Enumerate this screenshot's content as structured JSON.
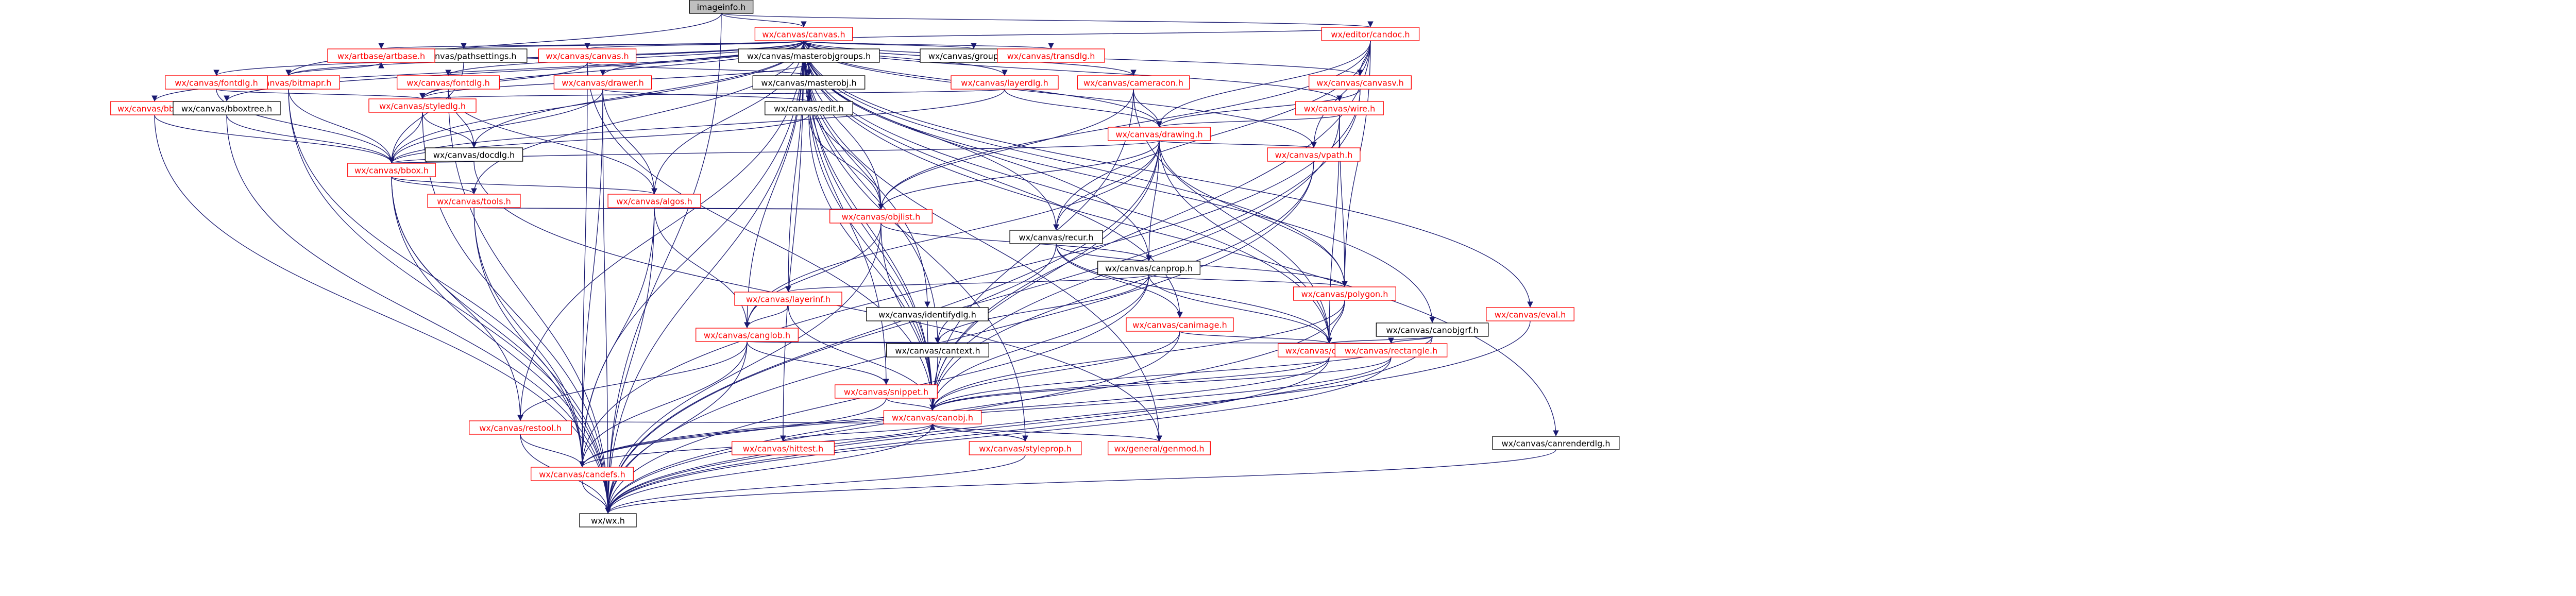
{
  "graph": {
    "title": "imageinfo.h",
    "colors": {
      "edge": "#191970",
      "root_fill": "#bfbfbf",
      "node_fill": "#ffffff",
      "node_stroke_linked": "#ff0000",
      "node_stroke_plain": "#000000",
      "label_linked": "#ff0000",
      "label_plain": "#000000"
    },
    "nodes": [
      {
        "id": "imageinfo",
        "label": "imageinfo.h",
        "kind": "root"
      },
      {
        "id": "canvas",
        "label": "wx/canvas/canvas.h",
        "kind": "linked"
      },
      {
        "id": "editorcanvas",
        "label": "wx/editor/candoc.h",
        "kind": "linked"
      },
      {
        "id": "bbox",
        "label": "wx/canvas/bbox.h",
        "kind": "linked"
      },
      {
        "id": "bboxtree",
        "label": "wx/canvas/bboxtree.h",
        "kind": "plain"
      },
      {
        "id": "bitmap",
        "label": "wx/canvas/bitmapr.h",
        "kind": "linked"
      },
      {
        "id": "fontdlg",
        "label": "wx/canvas/fontdlg.h",
        "kind": "linked"
      },
      {
        "id": "fontdlg2",
        "label": "wx/canvas/fontdlg.h",
        "kind": "linked"
      },
      {
        "id": "pathsettings",
        "label": "wx/canvas/pathsettings.h",
        "kind": "plain"
      },
      {
        "id": "canvasmain",
        "label": "wx/canvas/canvas.h",
        "kind": "linked"
      },
      {
        "id": "objectgroup",
        "label": "wx/canvas/masterobjgroups.h",
        "kind": "plain"
      },
      {
        "id": "groupdlg",
        "label": "wx/canvas/groupdlg.h",
        "kind": "plain"
      },
      {
        "id": "transdlg",
        "label": "wx/canvas/transdlg.h",
        "kind": "linked"
      },
      {
        "id": "layerdlg",
        "label": "wx/canvas/layerdlg.h",
        "kind": "linked"
      },
      {
        "id": "cameracon",
        "label": "wx/canvas/cameracon.h",
        "kind": "linked"
      },
      {
        "id": "canvasv",
        "label": "wx/canvas/canvasv.h",
        "kind": "linked"
      },
      {
        "id": "wire",
        "label": "wx/canvas/wire.h",
        "kind": "linked"
      },
      {
        "id": "drawer",
        "label": "wx/canvas/drawer.h",
        "kind": "linked"
      },
      {
        "id": "masterobj",
        "label": "wx/canvas/masterobj.h",
        "kind": "plain"
      },
      {
        "id": "styledlg",
        "label": "wx/canvas/styledlg.h",
        "kind": "linked"
      },
      {
        "id": "artbase",
        "label": "wx/artbase/artbase.h",
        "kind": "linked"
      },
      {
        "id": "edit",
        "label": "wx/canvas/edit.h",
        "kind": "plain"
      },
      {
        "id": "drawing",
        "label": "wx/canvas/drawing.h",
        "kind": "linked"
      },
      {
        "id": "vpath",
        "label": "wx/canvas/vpath.h",
        "kind": "linked"
      },
      {
        "id": "docdlg",
        "label": "wx/canvas/docdlg.h",
        "kind": "plain"
      },
      {
        "id": "bboxh",
        "label": "wx/canvas/bbox.h",
        "kind": "linked"
      },
      {
        "id": "tools",
        "label": "wx/canvas/tools.h",
        "kind": "linked"
      },
      {
        "id": "algos",
        "label": "wx/canvas/algos.h",
        "kind": "linked"
      },
      {
        "id": "objlist",
        "label": "wx/canvas/objlist.h",
        "kind": "linked"
      },
      {
        "id": "recur",
        "label": "wx/canvas/recur.h",
        "kind": "plain"
      },
      {
        "id": "canprop",
        "label": "wx/canvas/canprop.h",
        "kind": "plain"
      },
      {
        "id": "polygon",
        "label": "wx/canvas/polygon.h",
        "kind": "linked"
      },
      {
        "id": "identifydlg",
        "label": "wx/canvas/identifydlg.h",
        "kind": "plain"
      },
      {
        "id": "layerinfo",
        "label": "wx/canvas/layerinf.h",
        "kind": "linked"
      },
      {
        "id": "canimage",
        "label": "wx/canvas/canimage.h",
        "kind": "linked"
      },
      {
        "id": "canglob",
        "label": "wx/canvas/canglob.h",
        "kind": "linked"
      },
      {
        "id": "canobjgr",
        "label": "wx/canvas/canobjgrf.h",
        "kind": "plain"
      },
      {
        "id": "cancont",
        "label": "wx/canvas/cantext.h",
        "kind": "plain"
      },
      {
        "id": "canprim",
        "label": "wx/canvas/canprim.h",
        "kind": "linked"
      },
      {
        "id": "rectangle",
        "label": "wx/canvas/rectangle.h",
        "kind": "linked"
      },
      {
        "id": "eval",
        "label": "wx/canvas/eval.h",
        "kind": "linked"
      },
      {
        "id": "canrendr",
        "label": "wx/canvas/canrenderdlg.h",
        "kind": "plain"
      },
      {
        "id": "snippet",
        "label": "wx/canvas/snippet.h",
        "kind": "linked"
      },
      {
        "id": "canobj",
        "label": "wx/canvas/canobj.h",
        "kind": "linked"
      },
      {
        "id": "hittest",
        "label": "wx/canvas/hittest.h",
        "kind": "linked"
      },
      {
        "id": "styleprop",
        "label": "wx/canvas/styleprop.h",
        "kind": "linked"
      },
      {
        "id": "restool",
        "label": "wx/canvas/restool.h",
        "kind": "linked"
      },
      {
        "id": "geomod",
        "label": "wx/general/genmod.h",
        "kind": "linked"
      },
      {
        "id": "candefs",
        "label": "wx/canvas/candefs.h",
        "kind": "linked"
      },
      {
        "id": "wx",
        "label": "wx/wx.h",
        "kind": "plain"
      }
    ],
    "edges": [
      [
        "imageinfo",
        "canvas"
      ],
      [
        "imageinfo",
        "editorcanvas"
      ],
      [
        "imageinfo",
        "wx"
      ],
      [
        "imageinfo",
        "bitmap"
      ],
      [
        "canvas",
        "editorcanvas"
      ],
      [
        "canvas",
        "bbox"
      ],
      [
        "canvas",
        "bboxtree"
      ],
      [
        "canvas",
        "bitmap"
      ],
      [
        "canvas",
        "fontdlg"
      ],
      [
        "canvas",
        "fontdlg2"
      ],
      [
        "canvas",
        "pathsettings"
      ],
      [
        "canvas",
        "canvasmain"
      ],
      [
        "canvas",
        "objectgroup"
      ],
      [
        "canvas",
        "groupdlg"
      ],
      [
        "canvas",
        "transdlg"
      ],
      [
        "canvas",
        "layerdlg"
      ],
      [
        "canvas",
        "cameracon"
      ],
      [
        "canvas",
        "canvasv"
      ],
      [
        "canvas",
        "wire"
      ],
      [
        "canvas",
        "drawer"
      ],
      [
        "canvas",
        "masterobj"
      ],
      [
        "canvas",
        "styledlg"
      ],
      [
        "canvas",
        "artbase"
      ],
      [
        "canvas",
        "edit"
      ],
      [
        "canvas",
        "drawing"
      ],
      [
        "canvas",
        "vpath"
      ],
      [
        "canvas",
        "docdlg"
      ],
      [
        "canvas",
        "bboxh"
      ],
      [
        "canvas",
        "tools"
      ],
      [
        "canvas",
        "algos"
      ],
      [
        "canvas",
        "objlist"
      ],
      [
        "canvas",
        "recur"
      ],
      [
        "canvas",
        "canprop"
      ],
      [
        "canvas",
        "polygon"
      ],
      [
        "canvas",
        "identifydlg"
      ],
      [
        "canvas",
        "layerinfo"
      ],
      [
        "canvas",
        "canimage"
      ],
      [
        "canvas",
        "canglob"
      ],
      [
        "canvas",
        "canobjgr"
      ],
      [
        "canvas",
        "cancont"
      ],
      [
        "canvas",
        "canprim"
      ],
      [
        "canvas",
        "eval"
      ],
      [
        "canvas",
        "canrendr"
      ],
      [
        "canvas",
        "snippet"
      ],
      [
        "canvas",
        "canobj"
      ],
      [
        "canvas",
        "hittest"
      ],
      [
        "canvas",
        "styleprop"
      ],
      [
        "canvas",
        "restool"
      ],
      [
        "canvas",
        "geomod"
      ],
      [
        "canvas",
        "candefs"
      ],
      [
        "canvas",
        "wx"
      ],
      [
        "editorcanvas",
        "canvasv"
      ],
      [
        "editorcanvas",
        "drawing"
      ],
      [
        "editorcanvas",
        "vpath"
      ],
      [
        "editorcanvas",
        "recur"
      ],
      [
        "editorcanvas",
        "polygon"
      ],
      [
        "editorcanvas",
        "canobj"
      ],
      [
        "editorcanvas",
        "objlist"
      ],
      [
        "bitmap",
        "artbase"
      ],
      [
        "bitmap",
        "candefs"
      ],
      [
        "bitmap",
        "wx"
      ],
      [
        "bitmap",
        "bboxh"
      ],
      [
        "bbox",
        "bboxh"
      ],
      [
        "bbox",
        "wx"
      ],
      [
        "bboxtree",
        "bboxh"
      ],
      [
        "bboxtree",
        "wx"
      ],
      [
        "fontdlg",
        "styledlg"
      ],
      [
        "fontdlg",
        "bboxh"
      ],
      [
        "fontdlg2",
        "docdlg"
      ],
      [
        "fontdlg2",
        "algos"
      ],
      [
        "fontdlg2",
        "wx"
      ],
      [
        "pathsettings",
        "artbase"
      ],
      [
        "pathsettings",
        "bboxh"
      ],
      [
        "canvasmain",
        "masterobj"
      ],
      [
        "canvasmain",
        "styledlg"
      ],
      [
        "canvasmain",
        "canobj"
      ],
      [
        "canvasmain",
        "candefs"
      ],
      [
        "objectgroup",
        "masterobj"
      ],
      [
        "objectgroup",
        "edit"
      ],
      [
        "objectgroup",
        "styledlg"
      ],
      [
        "objectgroup",
        "canobj"
      ],
      [
        "layerdlg",
        "styledlg"
      ],
      [
        "layerdlg",
        "drawing"
      ],
      [
        "layerdlg",
        "bboxh"
      ],
      [
        "cameracon",
        "drawing"
      ],
      [
        "cameracon",
        "objlist"
      ],
      [
        "cameracon",
        "canobj"
      ],
      [
        "cameracon",
        "canprim"
      ],
      [
        "canvasv",
        "drawing"
      ],
      [
        "canvasv",
        "candefs"
      ],
      [
        "canvasv",
        "wx"
      ],
      [
        "wire",
        "drawing"
      ],
      [
        "wire",
        "polygon"
      ],
      [
        "wire",
        "canprim"
      ],
      [
        "wire",
        "canobj"
      ],
      [
        "drawer",
        "edit"
      ],
      [
        "drawer",
        "bboxh"
      ],
      [
        "drawer",
        "algos"
      ],
      [
        "drawer",
        "candefs"
      ],
      [
        "drawer",
        "wx"
      ],
      [
        "masterobj",
        "edit"
      ],
      [
        "masterobj",
        "objlist"
      ],
      [
        "masterobj",
        "canobj"
      ],
      [
        "styledlg",
        "docdlg"
      ],
      [
        "styledlg",
        "bboxh"
      ],
      [
        "styledlg",
        "wx"
      ],
      [
        "edit",
        "bboxh"
      ],
      [
        "edit",
        "objlist"
      ],
      [
        "edit",
        "canobj"
      ],
      [
        "drawing",
        "vpath"
      ],
      [
        "drawing",
        "bboxh"
      ],
      [
        "drawing",
        "objlist"
      ],
      [
        "drawing",
        "recur"
      ],
      [
        "drawing",
        "canprop"
      ],
      [
        "drawing",
        "polygon"
      ],
      [
        "drawing",
        "canglob"
      ],
      [
        "drawing",
        "canprim"
      ],
      [
        "drawing",
        "canobj"
      ],
      [
        "drawing",
        "wx"
      ],
      [
        "vpath",
        "canobj"
      ],
      [
        "vpath",
        "wx"
      ],
      [
        "docdlg",
        "bboxh"
      ],
      [
        "docdlg",
        "geomod"
      ],
      [
        "bboxh",
        "tools"
      ],
      [
        "bboxh",
        "algos"
      ],
      [
        "bboxh",
        "restool"
      ],
      [
        "bboxh",
        "candefs"
      ],
      [
        "bboxh",
        "wx"
      ],
      [
        "tools",
        "objlist"
      ],
      [
        "tools",
        "candefs"
      ],
      [
        "tools",
        "wx"
      ],
      [
        "algos",
        "objlist"
      ],
      [
        "algos",
        "canglob"
      ],
      [
        "algos",
        "candefs"
      ],
      [
        "algos",
        "wx"
      ],
      [
        "objlist",
        "canprop"
      ],
      [
        "objlist",
        "canglob"
      ],
      [
        "objlist",
        "canobj"
      ],
      [
        "objlist",
        "wx"
      ],
      [
        "recur",
        "canimage"
      ],
      [
        "recur",
        "cancont"
      ],
      [
        "recur",
        "canprim"
      ],
      [
        "recur",
        "polygon"
      ],
      [
        "canprop",
        "layerinfo"
      ],
      [
        "canprop",
        "canprim"
      ],
      [
        "canprop",
        "cancont"
      ],
      [
        "canprop",
        "canobj"
      ],
      [
        "canprop",
        "polygon"
      ],
      [
        "canprop",
        "wx"
      ],
      [
        "polygon",
        "canprim"
      ],
      [
        "polygon",
        "canobj"
      ],
      [
        "polygon",
        "wx"
      ],
      [
        "identifydlg",
        "canobj"
      ],
      [
        "layerinfo",
        "canglob"
      ],
      [
        "layerinfo",
        "canobj"
      ],
      [
        "canimage",
        "canprim"
      ],
      [
        "canimage",
        "canobj"
      ],
      [
        "canimage",
        "wx"
      ],
      [
        "canglob",
        "snippet"
      ],
      [
        "canglob",
        "cancont"
      ],
      [
        "canglob",
        "rectangle"
      ],
      [
        "canglob",
        "restool"
      ],
      [
        "canglob",
        "candefs"
      ],
      [
        "canglob",
        "wx"
      ],
      [
        "canobjgr",
        "canprim"
      ],
      [
        "canobjgr",
        "rectangle"
      ],
      [
        "canobjgr",
        "canobj"
      ],
      [
        "canobjgr",
        "wx"
      ],
      [
        "cancont",
        "canobj"
      ],
      [
        "canprim",
        "canobj"
      ],
      [
        "canprim",
        "candefs"
      ],
      [
        "canprim",
        "wx"
      ],
      [
        "rectangle",
        "canobj"
      ],
      [
        "rectangle",
        "candefs"
      ],
      [
        "rectangle",
        "wx"
      ],
      [
        "eval",
        "wx"
      ],
      [
        "canrendr",
        "wx"
      ],
      [
        "snippet",
        "canobj"
      ],
      [
        "snippet",
        "candefs"
      ],
      [
        "canobj",
        "hittest"
      ],
      [
        "canobj",
        "styleprop"
      ],
      [
        "canobj",
        "restool"
      ],
      [
        "canobj",
        "geomod"
      ],
      [
        "canobj",
        "candefs"
      ],
      [
        "canobj",
        "wx"
      ],
      [
        "styleprop",
        "canobj"
      ],
      [
        "styleprop",
        "wx"
      ],
      [
        "restool",
        "candefs"
      ],
      [
        "restool",
        "wx"
      ],
      [
        "candefs",
        "wx"
      ]
    ]
  }
}
